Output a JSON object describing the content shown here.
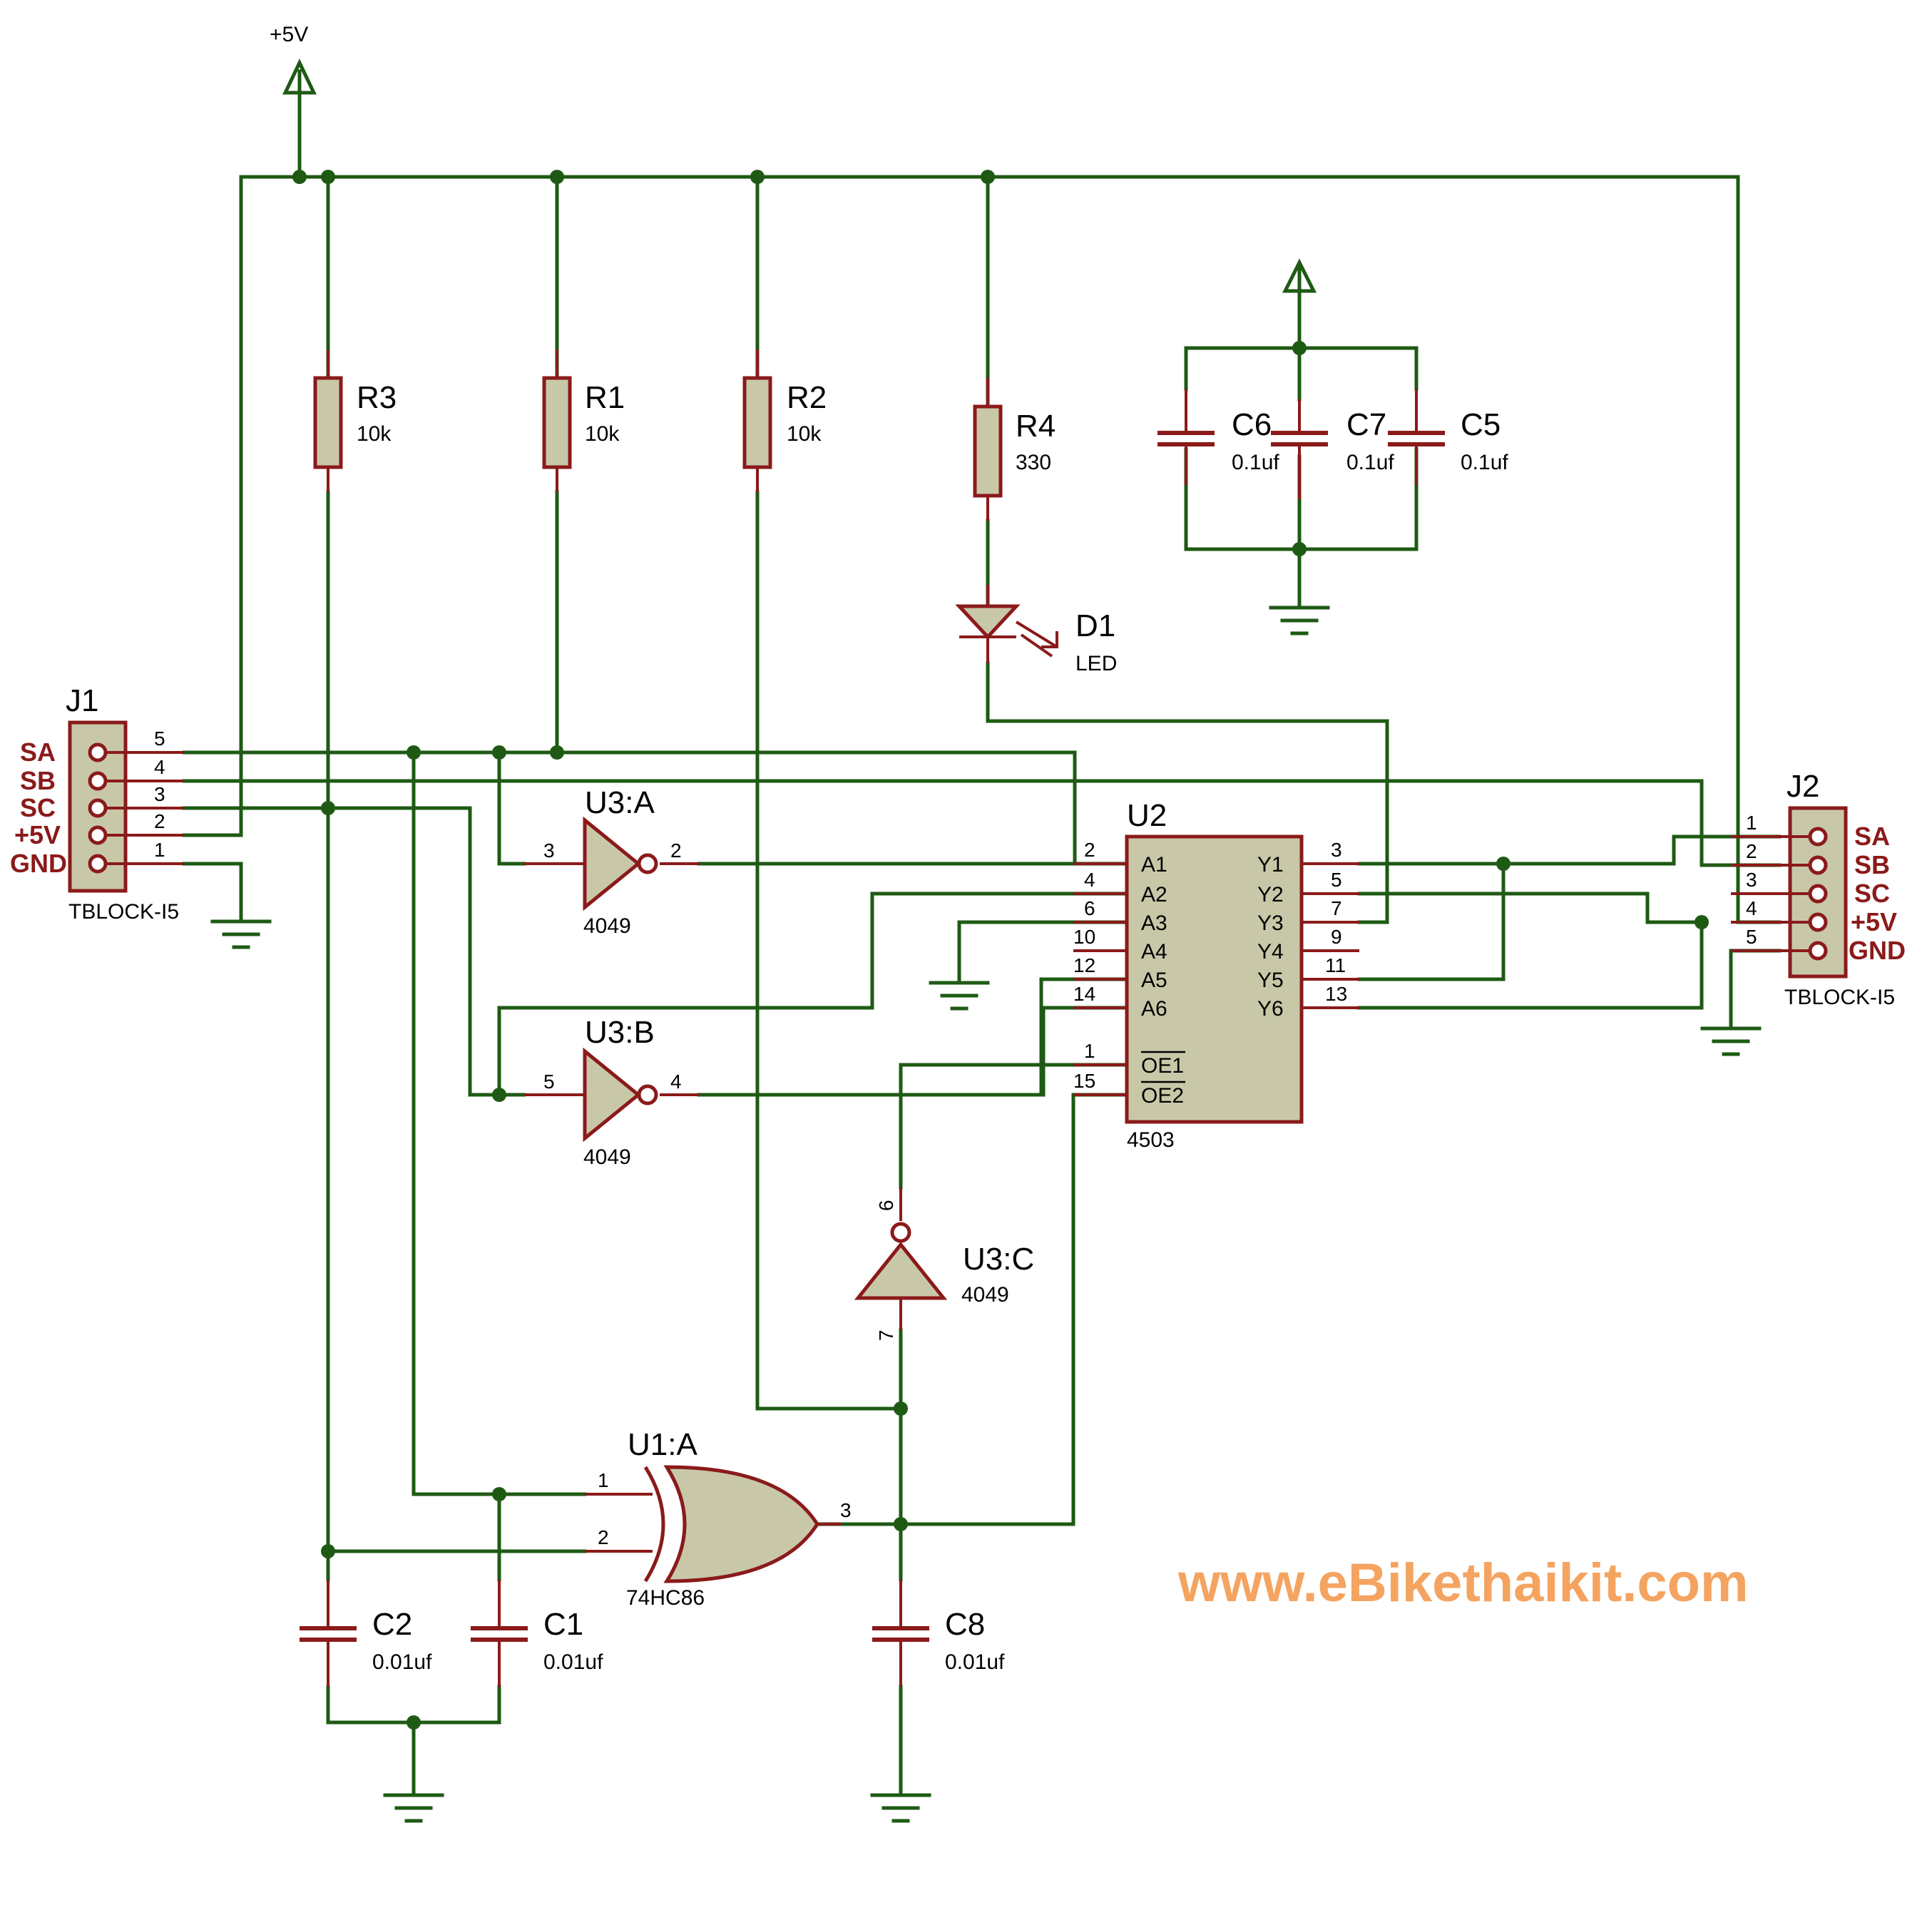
{
  "power": {
    "vcc_label": "+5V"
  },
  "resistors": [
    {
      "ref": "R3",
      "value": "10k"
    },
    {
      "ref": "R1",
      "value": "10k"
    },
    {
      "ref": "R2",
      "value": "10k"
    },
    {
      "ref": "R4",
      "value": "330"
    }
  ],
  "capacitors": [
    {
      "ref": "C6",
      "value": "0.1uf"
    },
    {
      "ref": "C7",
      "value": "0.1uf"
    },
    {
      "ref": "C5",
      "value": "0.1uf"
    },
    {
      "ref": "C2",
      "value": "0.01uf"
    },
    {
      "ref": "C1",
      "value": "0.01uf"
    },
    {
      "ref": "C8",
      "value": "0.01uf"
    }
  ],
  "led": {
    "ref": "D1",
    "value": "LED"
  },
  "j1": {
    "ref": "J1",
    "part": "TBLOCK-I5",
    "signals": [
      "SA",
      "SB",
      "SC",
      "+5V",
      "GND"
    ],
    "pins": [
      "5",
      "4",
      "3",
      "2",
      "1"
    ]
  },
  "j2": {
    "ref": "J2",
    "part": "TBLOCK-I5",
    "signals": [
      "SA",
      "SB",
      "SC",
      "+5V",
      "GND"
    ],
    "pins": [
      "1",
      "2",
      "3",
      "4",
      "5"
    ]
  },
  "u3a": {
    "ref": "U3:A",
    "part": "4049",
    "pin_in": "3",
    "pin_out": "2"
  },
  "u3b": {
    "ref": "U3:B",
    "part": "4049",
    "pin_in": "5",
    "pin_out": "4"
  },
  "u3c": {
    "ref": "U3:C",
    "part": "4049",
    "pin_in": "7",
    "pin_out": "6"
  },
  "u1a": {
    "ref": "U1:A",
    "part": "74HC86",
    "pin_a": "1",
    "pin_b": "2",
    "pin_out": "3"
  },
  "u2": {
    "ref": "U2",
    "part": "4503",
    "left_pins": [
      {
        "num": "2",
        "name": "A1"
      },
      {
        "num": "4",
        "name": "A2"
      },
      {
        "num": "6",
        "name": "A3"
      },
      {
        "num": "10",
        "name": "A4"
      },
      {
        "num": "12",
        "name": "A5"
      },
      {
        "num": "14",
        "name": "A6"
      },
      {
        "num": "1",
        "name": "OE1"
      },
      {
        "num": "15",
        "name": "OE2"
      }
    ],
    "right_pins": [
      {
        "num": "3",
        "name": "Y1"
      },
      {
        "num": "5",
        "name": "Y2"
      },
      {
        "num": "7",
        "name": "Y3"
      },
      {
        "num": "9",
        "name": "Y4"
      },
      {
        "num": "11",
        "name": "Y5"
      },
      {
        "num": "13",
        "name": "Y6"
      }
    ]
  },
  "watermark": "www.eBikethaikit.com",
  "colors": {
    "wire": "#1e5a14",
    "component": "#8b1a1a",
    "body": "#c8c8a9",
    "watermark": "#f4a460"
  }
}
